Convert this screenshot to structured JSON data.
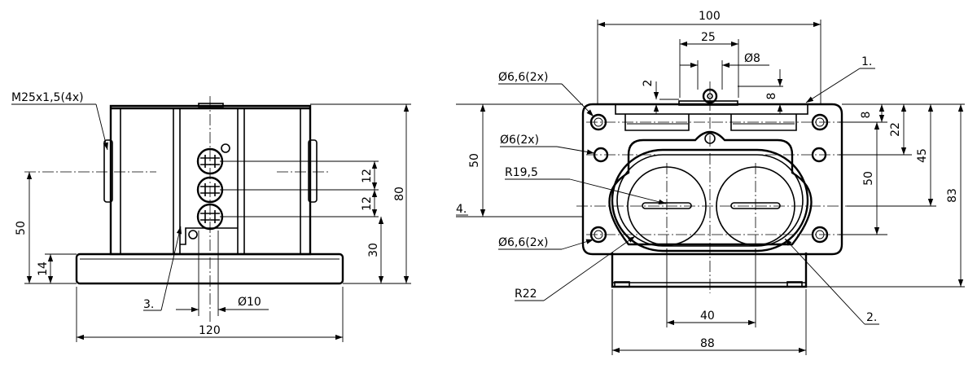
{
  "labels": {
    "thread": "M25x1,5(4x)",
    "part1": "1.",
    "part2": "2.",
    "part3": "3.",
    "part4": "4.",
    "hole_6_6_top": "Ø6,6(2x)",
    "hole_6": "Ø6(2x)",
    "radius_19_5": "R19,5",
    "hole_6_6_bottom": "Ø6,6(2x)",
    "radius_22": "R22",
    "dia_10": "Ø10",
    "dia_8": "Ø8"
  },
  "dimensions": {
    "left_width_120": "120",
    "left_height_80": "80",
    "left_height_50": "50",
    "left_height_14": "14",
    "left_height_30": "30",
    "left_pitch_12a": "12",
    "left_pitch_12b": "12",
    "right_width_100": "100",
    "right_width_25": "25",
    "right_offset_2": "2",
    "right_offset_8v": "8",
    "right_offset_8h": "8",
    "right_height_22": "22",
    "right_height_45": "45",
    "right_height_50": "50",
    "right_height_83": "83",
    "right_left_50": "50",
    "right_width_40": "40",
    "right_width_88": "88"
  }
}
